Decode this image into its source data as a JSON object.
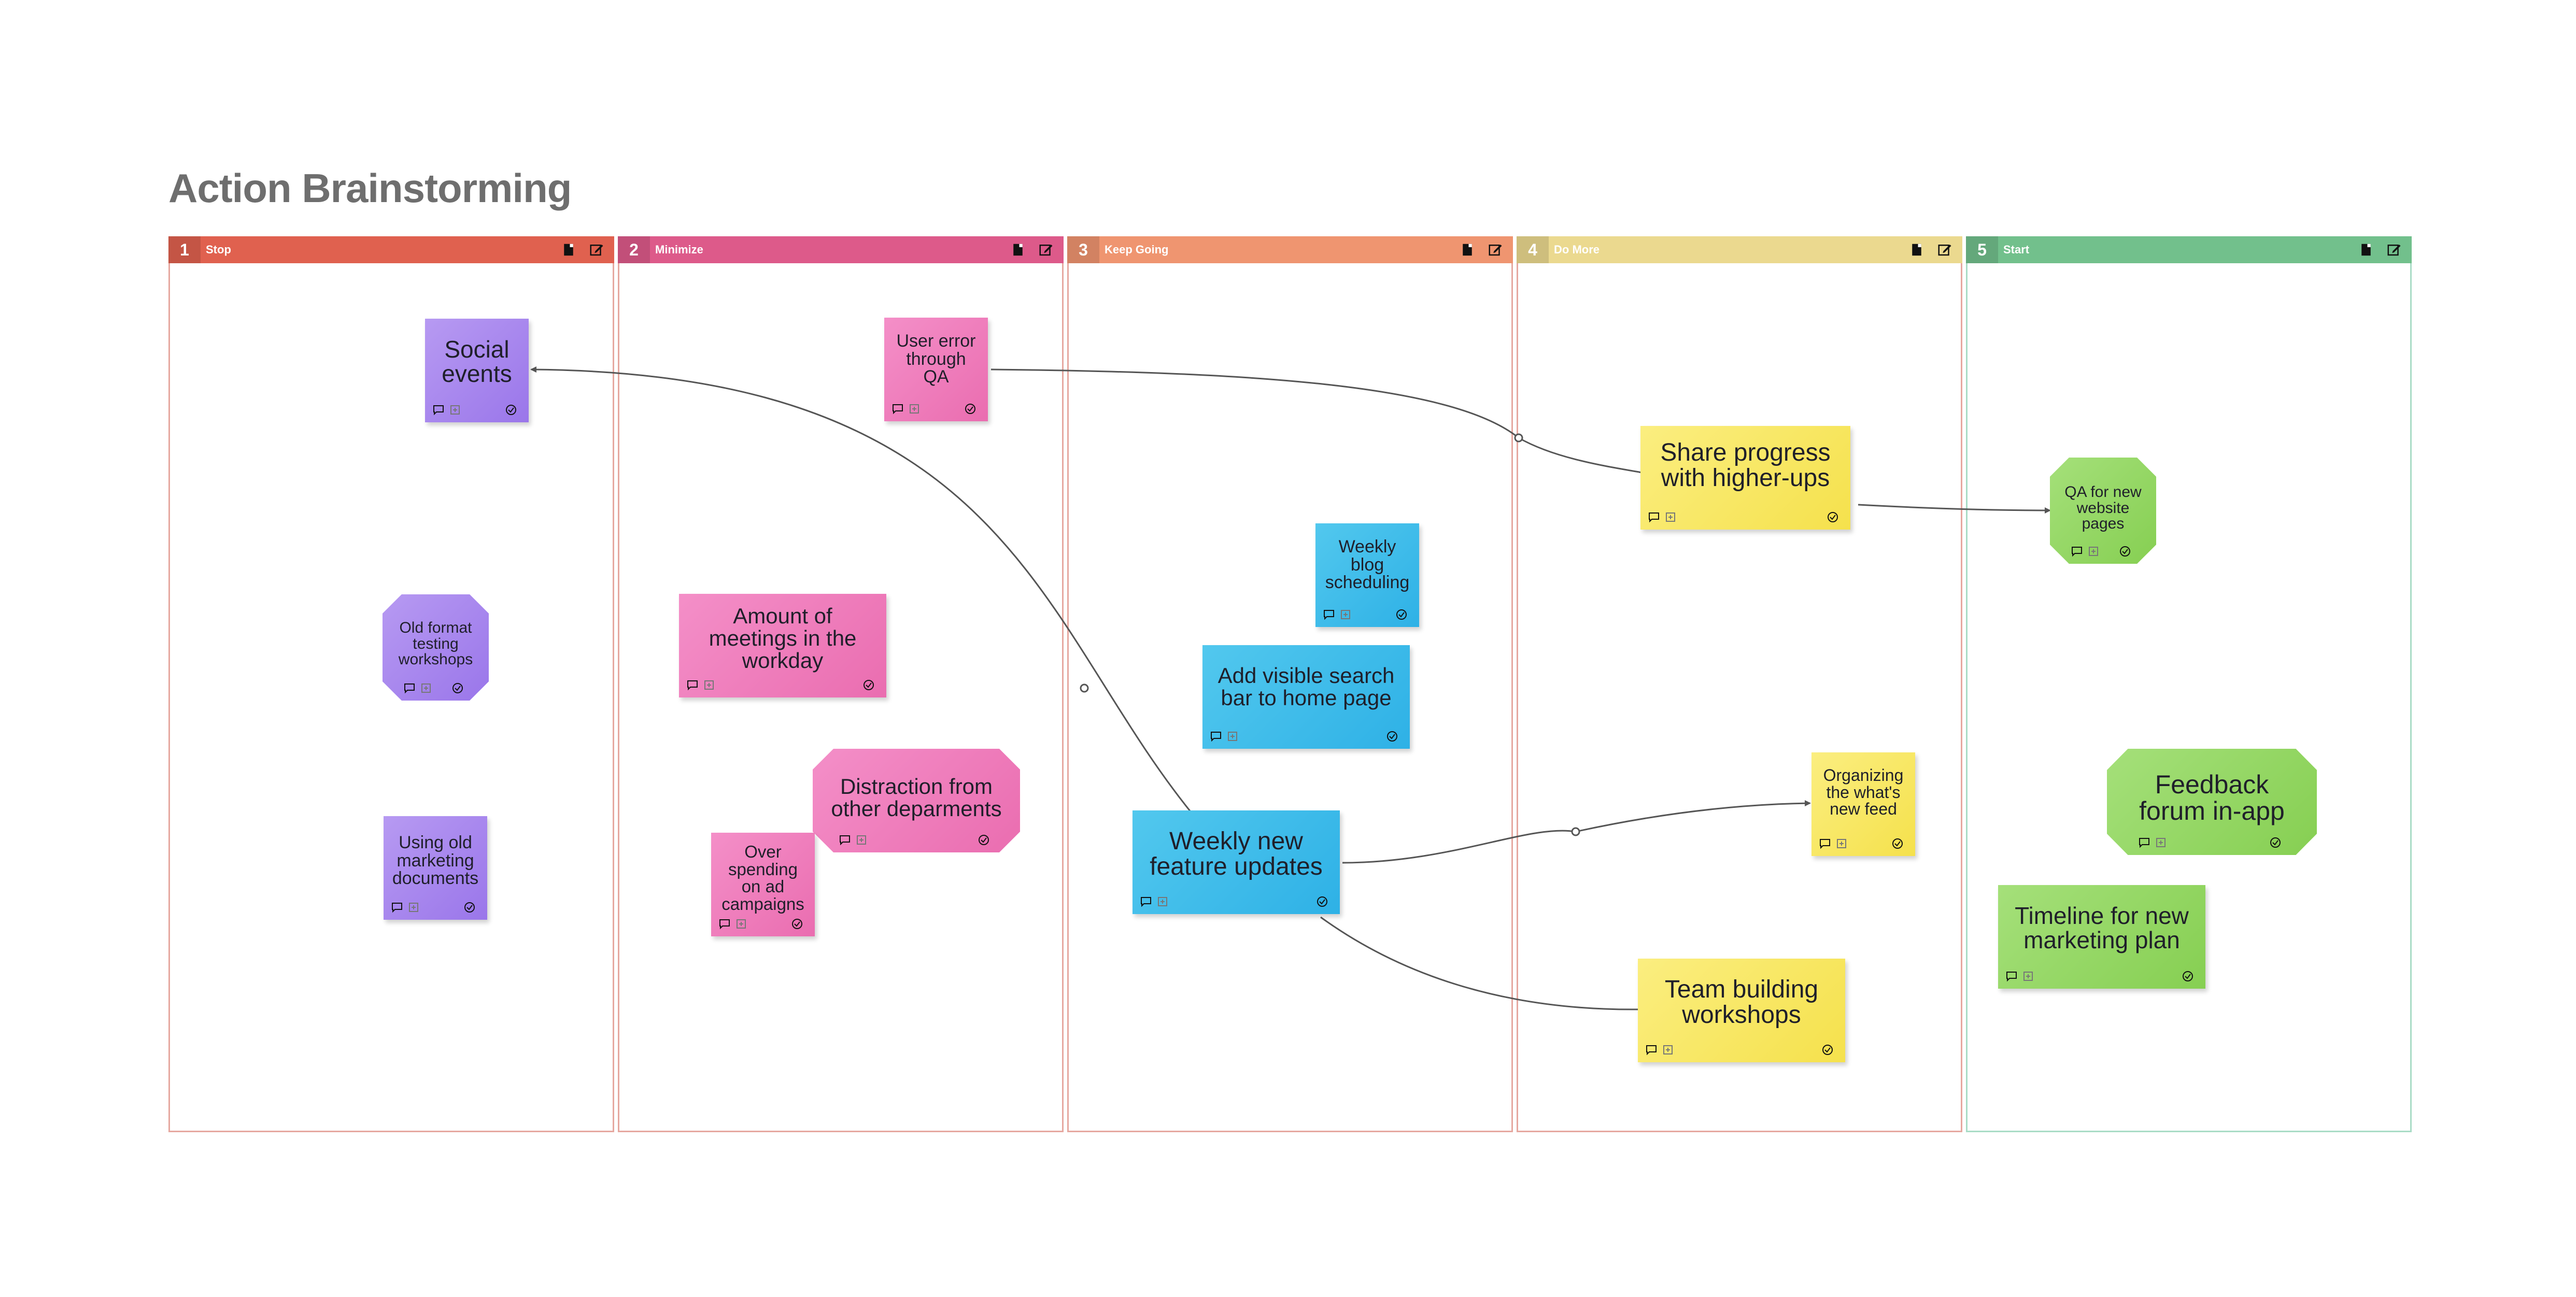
{
  "board": {
    "title": "Action Brainstorming"
  },
  "columns": [
    {
      "num": "1",
      "name": "Stop",
      "color": "#e0614f"
    },
    {
      "num": "2",
      "name": "Minimize",
      "color": "#dd5a8a"
    },
    {
      "num": "3",
      "name": "Keep Going",
      "color": "#ef9570"
    },
    {
      "num": "4",
      "name": "Do More",
      "color": "#ebd98f"
    },
    {
      "num": "5",
      "name": "Start",
      "color": "#72c08c"
    }
  ],
  "notes": [
    {
      "text": "Social events"
    },
    {
      "text": "Old format testing workshops"
    },
    {
      "text": "Using old marketing documents"
    },
    {
      "text": "User error through QA"
    },
    {
      "text": "Amount of meetings in the workday"
    },
    {
      "text": "Distraction from other deparments"
    },
    {
      "text": "Over spending on ad campaigns"
    },
    {
      "text": "Weekly blog scheduling"
    },
    {
      "text": "Add visible search bar to home page"
    },
    {
      "text": "Weekly new feature updates"
    },
    {
      "text": "Share progress with higher-ups"
    },
    {
      "text": "Organizing the what's new feed"
    },
    {
      "text": "Team building workshops"
    },
    {
      "text": "QA for new website pages"
    },
    {
      "text": "Feedback forum in-app"
    },
    {
      "text": "Timeline for new marketing plan"
    }
  ],
  "icons": {
    "column_actions": [
      "note-icon",
      "edit-icon"
    ],
    "note_actions": [
      "comment-icon",
      "add-icon",
      "check-icon"
    ]
  }
}
